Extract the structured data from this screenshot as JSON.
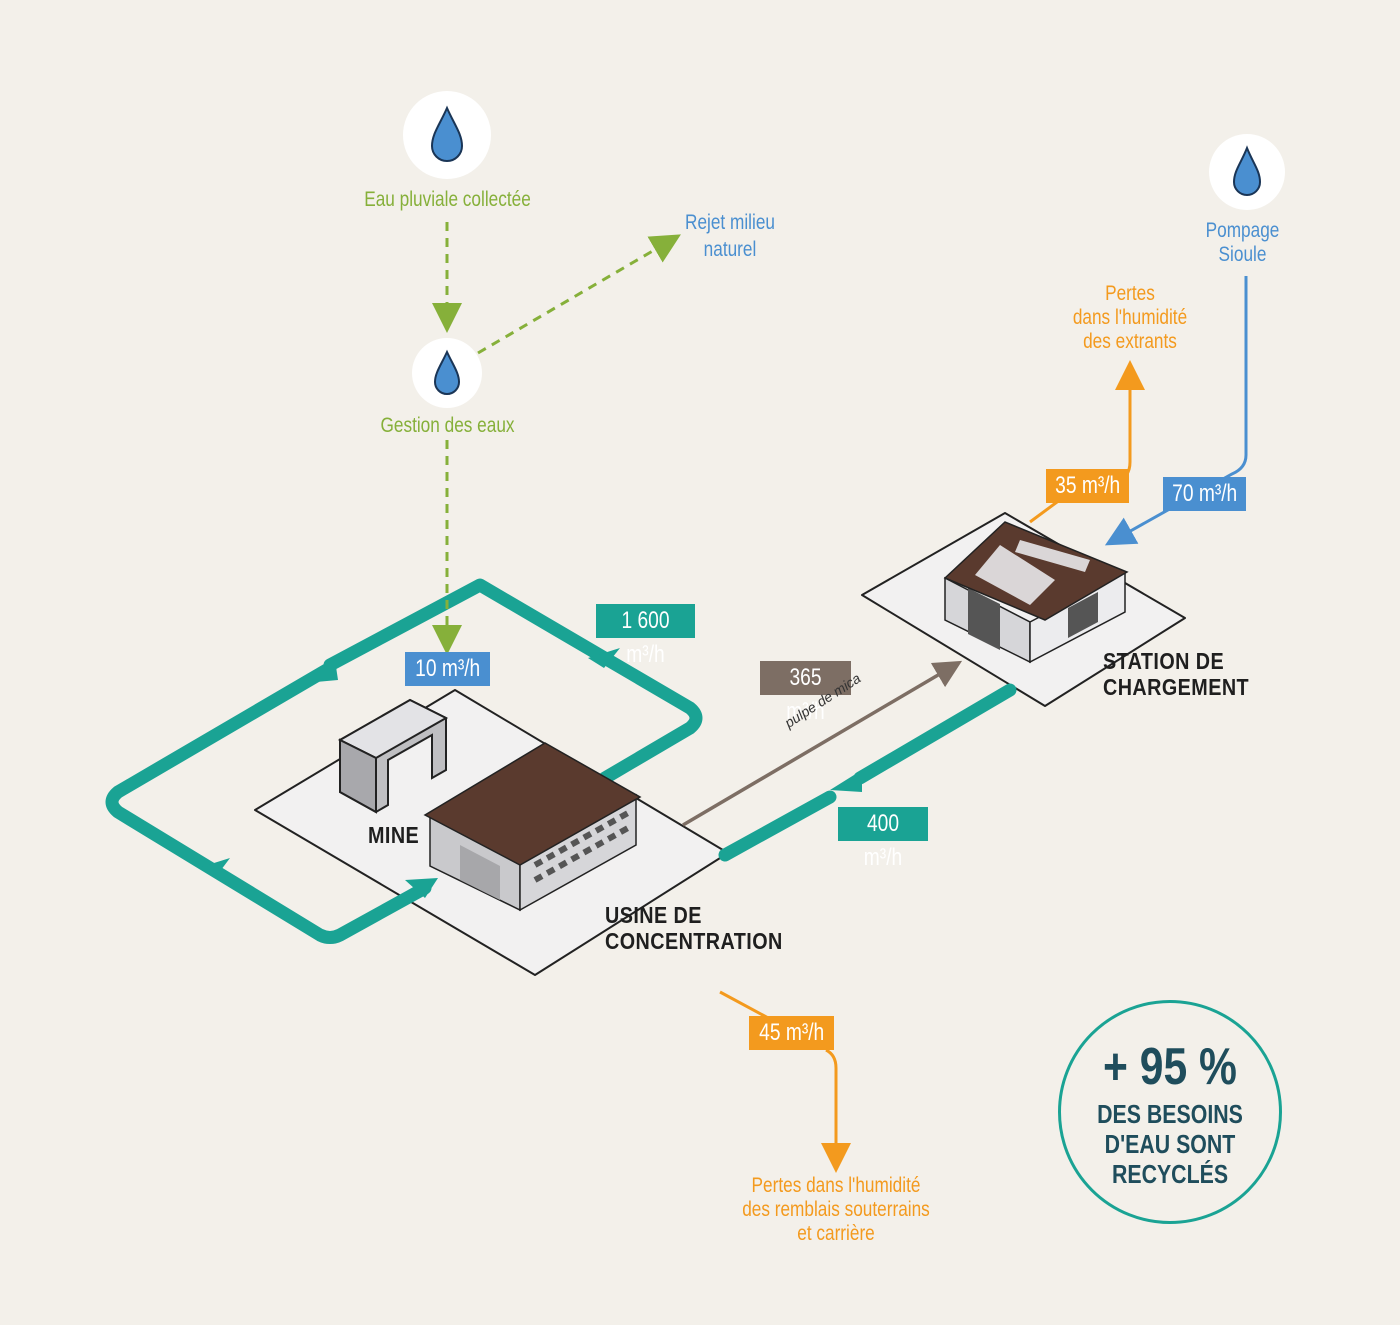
{
  "sources": {
    "rain": "Eau pluviale collectée",
    "reject_line1": "Rejet milieu",
    "reject_line2": "naturel",
    "management": "Gestion des eaux",
    "pumping_line1": "Pompage",
    "pumping_line2": "Sioule"
  },
  "losses": {
    "extrants_line1": "Pertes",
    "extrants_line2": "dans l'humidité",
    "extrants_line3": "des extrants",
    "remblais_line1": "Pertes dans l'humidité",
    "remblais_line2": "des remblais souterrains",
    "remblais_line3": "et carrière"
  },
  "flows": {
    "mine_input": "10 m³/h",
    "mine_loop": "1 600 m³/h",
    "pulp": "365 m³/h",
    "return": "400 m³/h",
    "extrants_loss": "35 m³/h",
    "pumping": "70 m³/h",
    "remblais_loss": "45 m³/h"
  },
  "pulp_label": "pulpe de mica",
  "sites": {
    "mine": "MINE",
    "plant_line1": "USINE DE",
    "plant_line2": "CONCENTRATION",
    "station_line1": "STATION DE",
    "station_line2": "CHARGEMENT"
  },
  "badge": {
    "percent": "+ 95 %",
    "line1": "DES BESOINS",
    "line2": "D'EAU SONT",
    "line3": "RECYCLÉS"
  },
  "colors": {
    "teal": "#1aa394",
    "green": "#86b03a",
    "blue": "#4a8fd0",
    "orange": "#f39a1e",
    "brown": "#7d6e64",
    "roof": "#5a3a2e"
  },
  "icons": [
    "water-drop-icon"
  ]
}
